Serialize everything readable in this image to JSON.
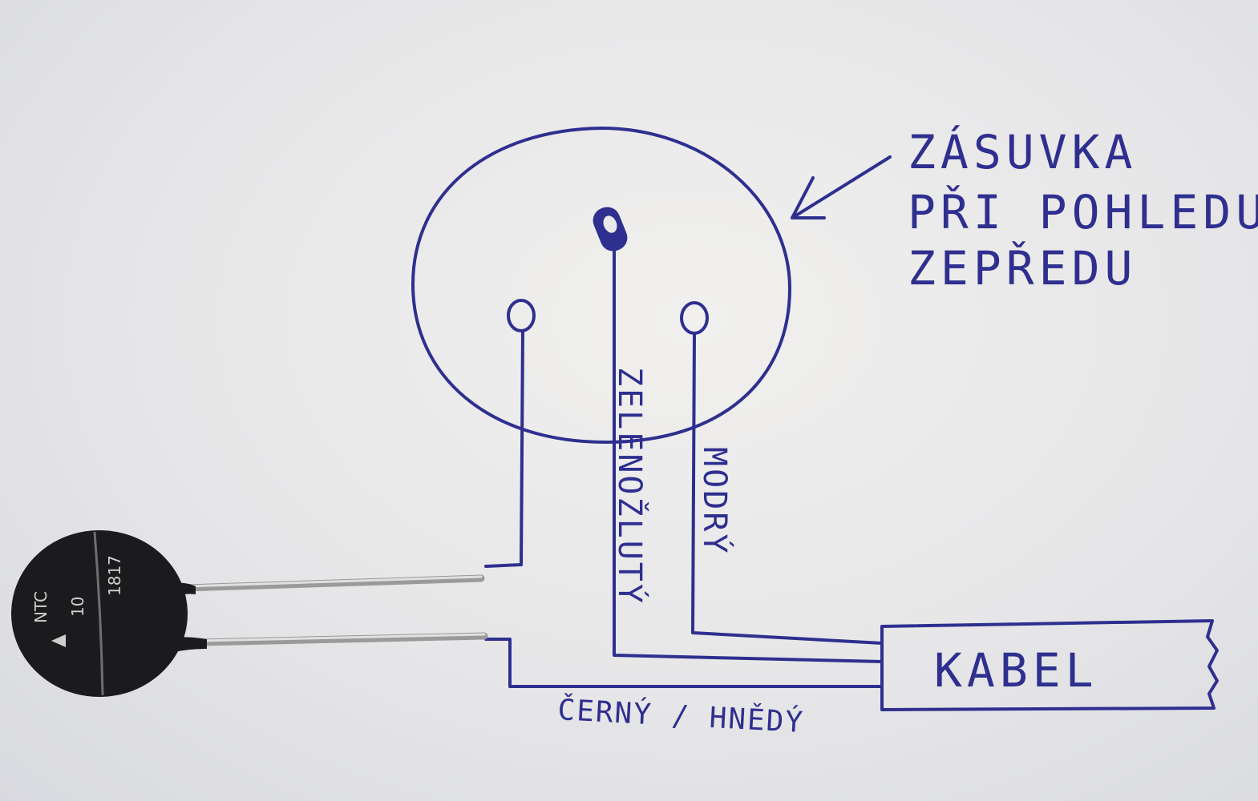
{
  "note": {
    "line1": "ZÁSUVKA",
    "line2": "PŘI POHLEDU",
    "line3": "ZEPŘEDU"
  },
  "wires": {
    "green_yellow": "ZELENOŽLUTÝ",
    "blue": "MODRÝ",
    "black_brown": "ČERNÝ / HNĚDÝ"
  },
  "cable": {
    "label": "KABEL"
  },
  "thermistor": {
    "type": "NTC",
    "value": "10",
    "code": "1817"
  },
  "colors": {
    "ink": "#2e2f8f",
    "thermistor_body": "#1b1b1d",
    "lead": "#bdbdbd"
  }
}
